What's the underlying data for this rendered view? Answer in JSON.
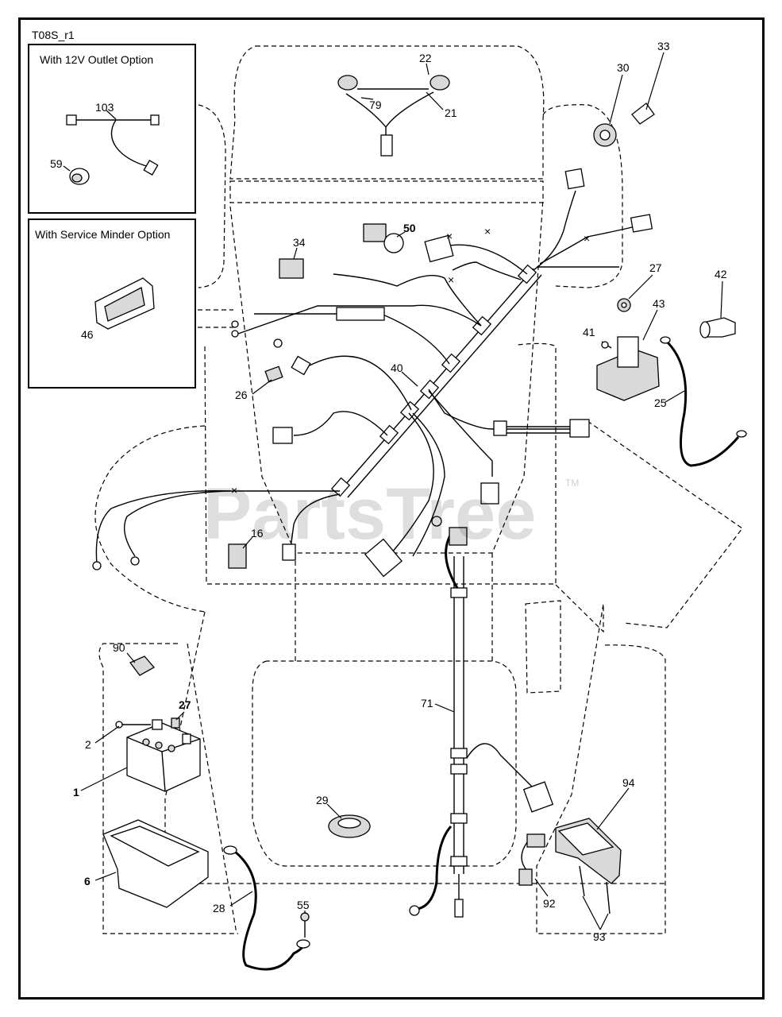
{
  "diagram_id": "T08S_r1",
  "inset_12v": {
    "title": "With 12V Outlet Option",
    "parts": [
      "103",
      "59"
    ]
  },
  "inset_service_minder": {
    "title": "With Service Minder Option",
    "parts": [
      "46"
    ]
  },
  "watermark": {
    "text": "PartsTree",
    "tm": "TM"
  },
  "callouts": {
    "p22": "22",
    "p21": "21",
    "p79": "79",
    "p30": "30",
    "p33": "33",
    "p50": "50",
    "p34": "34",
    "p27a": "27",
    "p42": "42",
    "p43": "43",
    "p41": "41",
    "p40": "40",
    "p26": "26",
    "p25": "25",
    "p16": "16",
    "p90": "90",
    "p27b": "27",
    "p2": "2",
    "p1": "1",
    "p71": "71",
    "p29": "29",
    "p94": "94",
    "p6": "6",
    "p28": "28",
    "p55": "55",
    "p92": "92",
    "p93": "93"
  }
}
